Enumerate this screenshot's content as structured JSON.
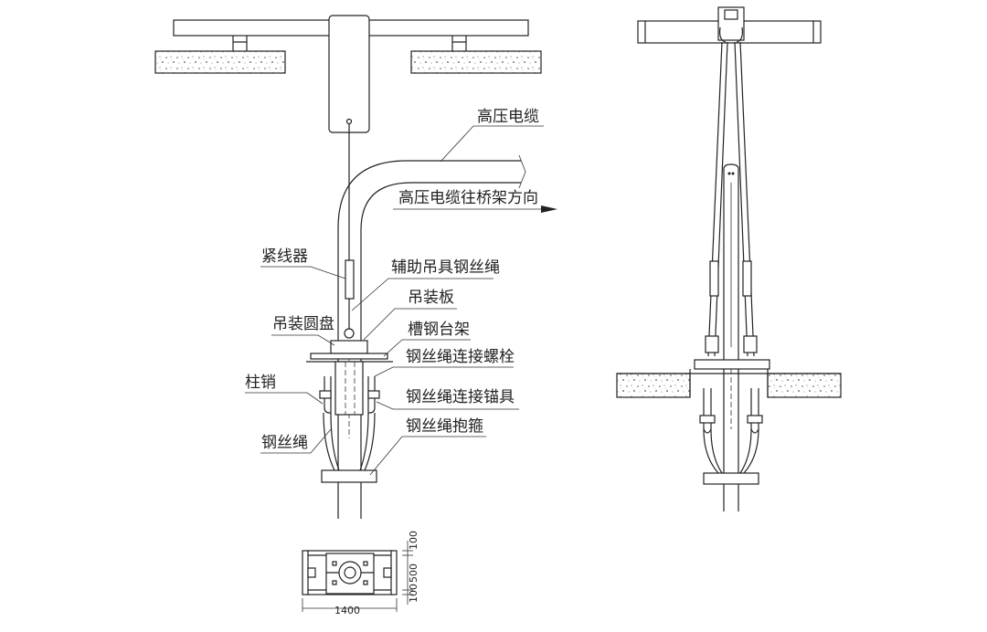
{
  "labels": {
    "hv_cable": "高压电缆",
    "hv_cable_direction": "高压电缆往桥架方向",
    "tensioner": "紧线器",
    "aux_wire_rope": "辅助吊具钢丝绳",
    "lifting_plate": "吊装板",
    "lifting_disc": "吊装圆盘",
    "channel_frame": "槽钢台架",
    "rope_bolt": "钢丝绳连接螺栓",
    "column_pin": "柱销",
    "rope_anchor": "钢丝绳连接锚具",
    "wire_rope": "钢丝绳",
    "rope_clamp": "钢丝绳抱箍"
  },
  "dimensions": {
    "width": "1400",
    "top_offset": "100",
    "middle": "500",
    "bottom_offset": "100"
  },
  "colors": {
    "line": "#222222",
    "background": "#ffffff"
  }
}
